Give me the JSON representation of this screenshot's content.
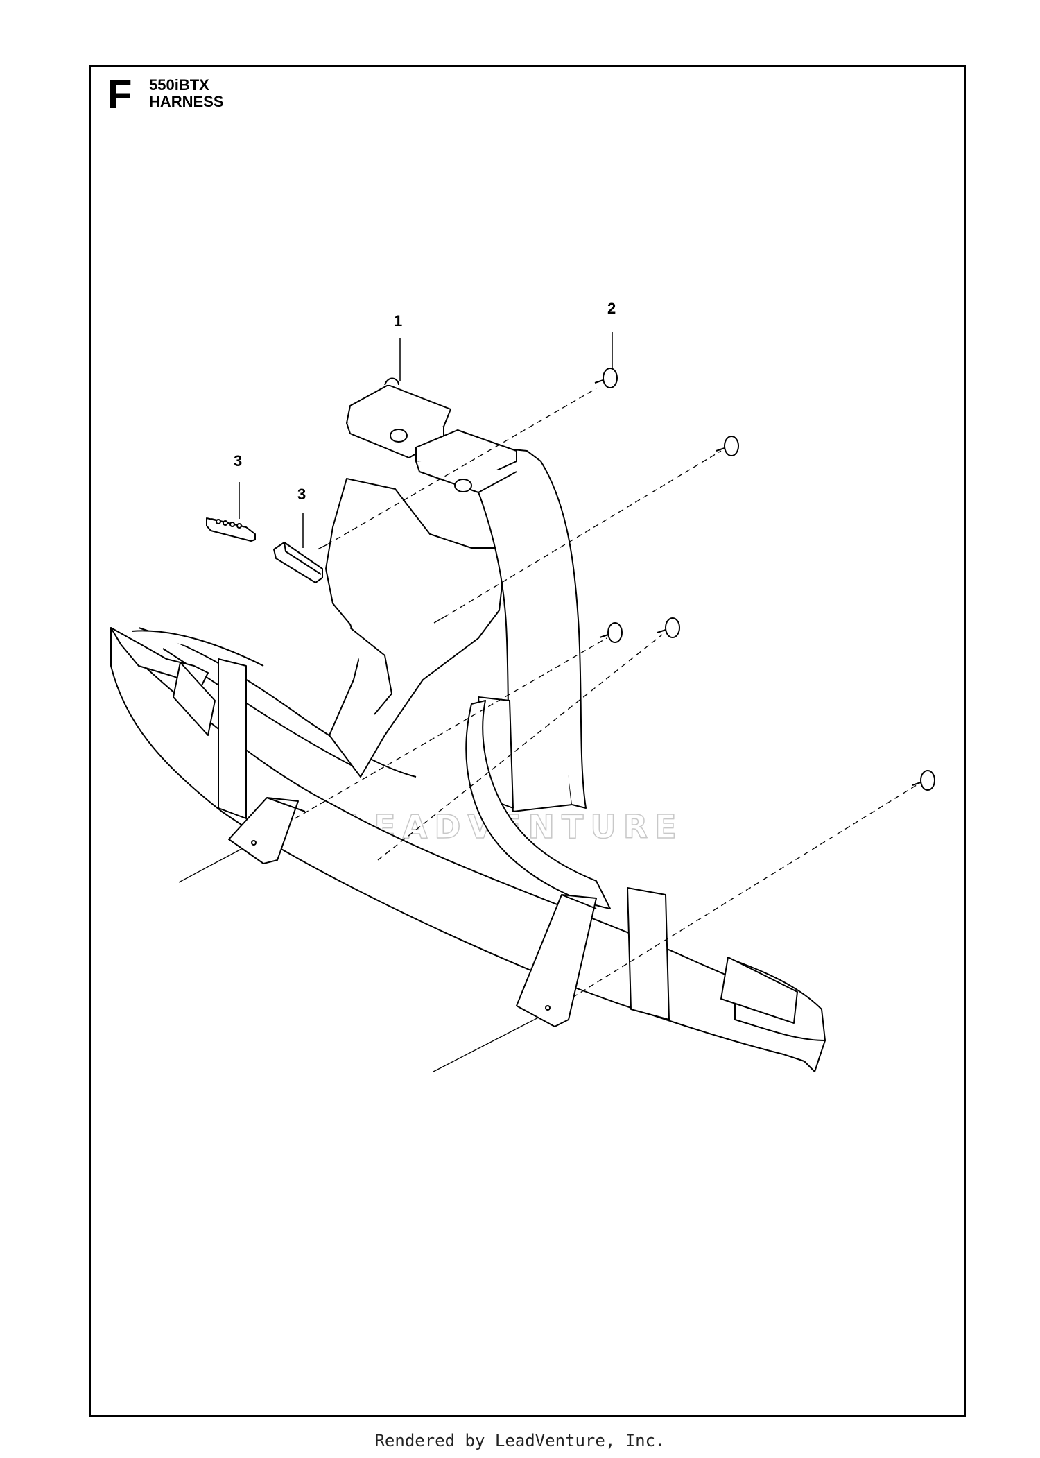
{
  "header": {
    "section_letter": "F",
    "model": "550iBTX",
    "title": "HARNESS"
  },
  "callouts": [
    {
      "id": "callout-1",
      "label": "1"
    },
    {
      "id": "callout-2",
      "label": "2"
    },
    {
      "id": "callout-3a",
      "label": "3"
    },
    {
      "id": "callout-3b",
      "label": "3"
    }
  ],
  "watermark": {
    "text": "LEADVENTURE"
  },
  "footer": {
    "text": "Rendered by LeadVenture, Inc."
  },
  "colors": {
    "line": "#000000",
    "fill": "#ffffff",
    "watermark": "#c8c8c8"
  }
}
